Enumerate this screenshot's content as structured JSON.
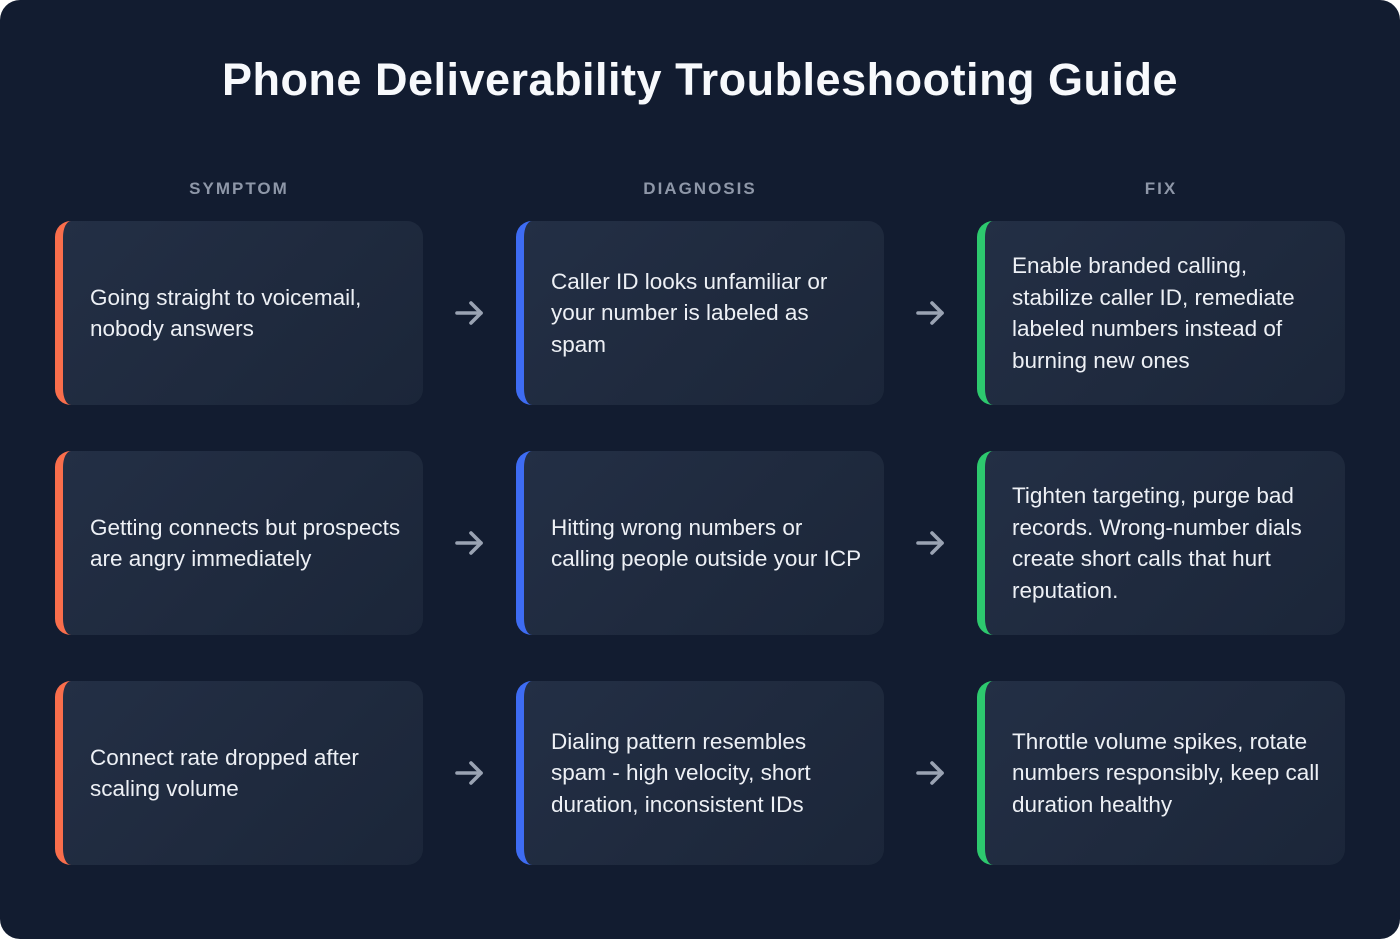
{
  "title": "Phone Deliverability Troubleshooting Guide",
  "columns": [
    {
      "label": "SYMPTOM"
    },
    {
      "label": "DIAGNOSIS"
    },
    {
      "label": "FIX"
    }
  ],
  "rows": [
    {
      "symptom": "Going straight to voicemail, nobody answers",
      "diagnosis": "Caller ID looks unfamiliar or your number is labeled as spam",
      "fix": "Enable branded calling, stabilize caller ID, remediate labeled numbers instead of burning new ones"
    },
    {
      "symptom": "Getting connects but prospects are angry immediately",
      "diagnosis": "Hitting wrong numbers or calling people outside your ICP",
      "fix": "Tighten targeting, purge bad records. Wrong-number dials create short calls that hurt reputation."
    },
    {
      "symptom": "Connect rate dropped after scaling volume",
      "diagnosis": "Dialing pattern resembles spam - high velocity, short duration, inconsistent IDs",
      "fix": "Throttle volume spikes, rotate numbers responsibly, keep call duration healthy"
    }
  ],
  "icons": {
    "between_columns": "arrow-right-icon"
  },
  "colors": {
    "page_background": "#ffffff",
    "background": "#121c30",
    "card_background": "#1f2a3e",
    "title_color": "#f7f9fc",
    "header_color": "#8e97a8",
    "text_color": "#edf0f5",
    "arrow_color": "#9aa3b3",
    "symptom_accent": "#f96e4c",
    "diagnosis_accent": "#3e6cf3",
    "fix_accent": "#2dc96e"
  }
}
